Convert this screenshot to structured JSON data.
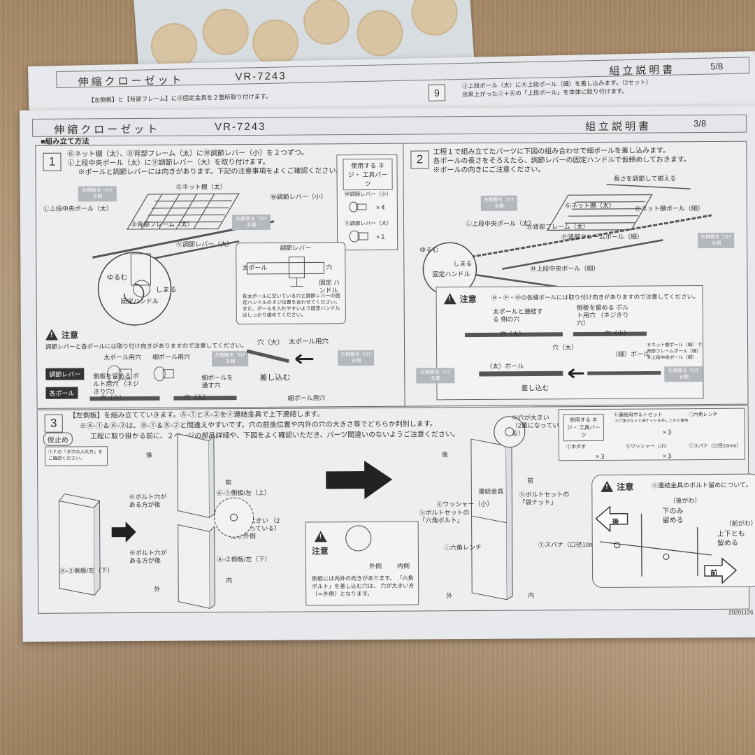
{
  "back_sheet": {
    "product_title": "伸縮クローゼット",
    "model_code": "VR-7243",
    "doc_title": "組立説明書",
    "page": "5/8",
    "step_number": "9",
    "step_text": "Ⓙ上段ポール（太）にⓀ上段ポール（細）を差し込みます。（2セット）",
    "step_text_2": "出来上がったⒿ＋Ⓚの「上段ポール」を本体に取り付けます。",
    "left_text": "【左側板】と【背部フレーム】にⓄ固定金具を２箇所取り付けます。"
  },
  "front_sheet": {
    "product_title": "伸縮クローゼット",
    "model_code": "VR-7243",
    "doc_title": "組立説明書",
    "page": "3/8",
    "section_heading": "■組み立て方法",
    "date_code": "20201126",
    "step1": {
      "number": "1",
      "lines": [
        "Ⓖネット棚（太）、Ⓓ背部フレーム（太）にⓌ調節レバー（小）を２つずつ。",
        "Ⓛ上段中央ポール（太）にⓋ調節レバー（大）を取り付けます。",
        "※ポールと調節レバーには向きがあります。下記の注意事項をよくご確認ください。"
      ],
      "parts_box": {
        "title": "使用する ネジ・ 工具パーツ",
        "item1": "Ⓦ調節レバー（小）",
        "qty1": "×４",
        "item2": "Ⓥ調節レバー（大）",
        "qty2": "×１"
      },
      "diagram_labels": [
        "Ⓖネット棚（太）",
        "Ⓓ背部フレーム（太）",
        "Ⓛ上段中央ポール（太）",
        "Ⓦ調節レバー（小）",
        "Ⓥ調節レバー（大）",
        "右側板を つける側",
        "左側板を つける側",
        "ゆるむ",
        "しまる",
        "固定ハンドル"
      ],
      "detail_box": {
        "lever": "調節レバー",
        "pole": "太ポール",
        "hole": "穴",
        "handle": "固定 ハンドル",
        "note": "各太ポールに空いている穴と調節レバーの固定ハンドルのネジ位置を合わせてください。また、ポールを入れやすいよう固定ハンドルはしっかり緩めてください。"
      },
      "caution": "注意",
      "caution_text": "調節レバーと各ポールには取り付け向きがありますので注意してください。",
      "lever_label": "調節レバー",
      "pole_label": "各ポール",
      "thick_hole": "太ポール用穴",
      "thin_hole": "細ポール用穴",
      "hole_large": "穴（大）",
      "hole_small": "穴（小）",
      "fix_note": "側板を留める ボルト用穴 （ネジきり穴）",
      "pass_note": "細ポールを 通す穴",
      "insert": "差し込む",
      "thin_pole_hole": "細ポール用穴"
    },
    "step2": {
      "number": "2",
      "lines": [
        "工程１で組み立てたパーツに下図の組み合わせで細ポールを差し込みます。",
        "各ポールの長さをそろえたら、調節レバーの固定ハンドルで仮締めしておきます。",
        "※ポールの向きにご注意ください。"
      ],
      "length_note": "長さを調節して揃える",
      "diagram_labels": [
        "Ⓖネット棚（太）",
        "Ⓗネット棚ポール（細）",
        "Ⓓ背部フレーム（太）",
        "Ⓟ背部フレームポール（細）",
        "Ⓛ上段中央ポール（太）",
        "Ⓜ上段中央ポール（細）",
        "ゆるむ",
        "しまる",
        "固定ハンドル"
      ],
      "caution": "注意",
      "caution_text": "Ⓗ・Ⓟ・Ⓜの各細ボールには取り付け向きがありますので注意してください。",
      "thick_connect": "太ポールと連結する 側の穴",
      "side_fix": "側板を留める ボルト用穴 （ネジきり穴）",
      "hole_large": "穴（大）",
      "hole_small": "穴（小）",
      "thin_pole": "（細）ポール",
      "thick_pole": "（太）ポール",
      "insert": "差し込む",
      "list": "Ⓗネット棚ポール（細） Ⓟ背部フレームポール（細） Ⓜ上段中央ポール（細）",
      "left_side": "左側板を つける側",
      "right_side": "右側板を つける側"
    },
    "step3": {
      "number": "3",
      "lines": [
        "【左側板】を組み立てていきます。Ⓐ-①とⒶ-②をⓔ連結金具で上下連結します。",
        "※Ⓐ-①＆Ⓐ-②は、Ⓑ-①＆Ⓑ-②と間違えやすいです。穴の前後位置や内外の穴の大きさ等でどちらか判別します。",
        "工程に取り掛かる前に、２ページの部品詳細や、下図をよく確認いただき、パーツ間違いのないようご注意ください。"
      ],
      "temp_fix": "仮止め",
      "dowel_note": "①Ｆの「ダボの入れ方」を ご確認ください。",
      "back": "後",
      "front": "前",
      "inner": "内",
      "outer": "外",
      "a1": "Ⓐ-①側板/左（上）",
      "a2": "Ⓐ-②側板/左（下）",
      "bolt_hole_back": "※ボルト穴が ある方が後",
      "hole_big_note": "※穴が大きい （2重になっている） 方が外側",
      "parts_box": {
        "title": "使用する ネジ・ 工具パーツ",
        "bolt_set": "ⓗ連結用ボルトセット",
        "bolt_set_note": "※六角ボルトと袋ナットを外してから使用",
        "bolt_qty": "×３",
        "wrench": "ⓘ六角レンチ",
        "dowel": "ⓙ木ダボ",
        "dowel_qty": "×３",
        "washer": "ⓚワッシャー（小）",
        "washer_qty": "×３",
        "spanner": "①スパナ（口径10mm）"
      },
      "diagram_labels": [
        "連結金具",
        "ⓚワッシャー（小）",
        "ⓗボルトセットの 「六角ボルト」",
        "ⓗボルトセットの 「袋ナット」",
        "ⓘ六角レンチ",
        "①スパナ（口径10mm）",
        "※穴が大きい （2重になっている）"
      ],
      "caution": "注意",
      "caution_text": "側板には内外の向きがあります。 「六角ボルト」を差し込む穴は、 穴が大きい方（＝外側）となります。",
      "outer_label": "外側",
      "inner_label": "内側",
      "caution2": "注意",
      "caution2_text": "ⓔ連結金具のボルト留めについて。",
      "back_note": "（後がわ）",
      "bottom_only": "下のみ",
      "fasten": "留める",
      "front_note": "（前がわ）",
      "top_bottom": "上下とも",
      "fasten2": "留める",
      "back2": "後",
      "front2": "前"
    }
  },
  "colors": {
    "paper": "#e7e9ec",
    "cardboard": "#b79e80",
    "ink": "#333333",
    "gray_arrow": "#b4b7bb"
  }
}
